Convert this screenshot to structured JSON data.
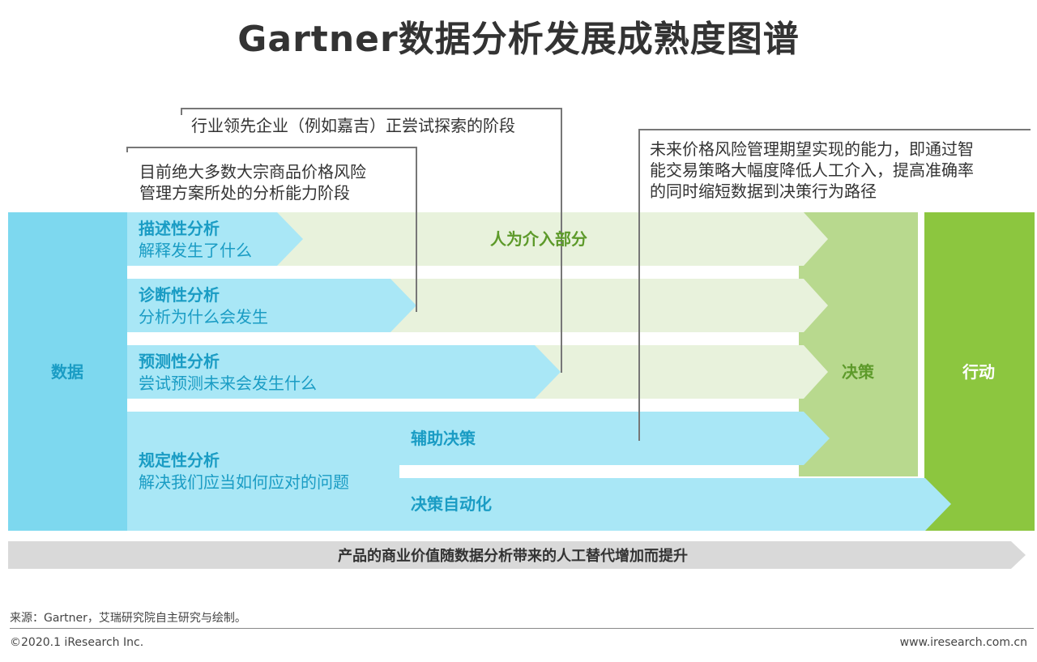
{
  "title": "Gartner数据分析发展成熟度图谱",
  "notes": {
    "leader": "行业领先企业（例如嘉吉）正尝试探索的阶段",
    "current_line1": "目前绝大多数大宗商品价格风险",
    "current_line2": "管理方案所处的分析能力阶段",
    "future_line1": "未来价格风险管理期望实现的能力，即通过智",
    "future_line2": "能交易策略大幅度降低人工介入，提高准确率",
    "future_line3": "的同时缩短数据到决策行为路径"
  },
  "blocks": {
    "data": "数据",
    "decision": "决策",
    "action": "行动",
    "human_part": "人为介入部分",
    "assist_decision": "辅助决策",
    "auto_decision": "决策自动化"
  },
  "rows": [
    {
      "name": "描述性分析",
      "desc": "解释发生了什么"
    },
    {
      "name": "诊断性分析",
      "desc": "分析为什么会发生"
    },
    {
      "name": "预测性分析",
      "desc": "尝试预测未来会发生什么"
    },
    {
      "name": "规定性分析",
      "desc": "解决我们应当如何应对的问题"
    }
  ],
  "bottom_arrow": "产品的商业价值随数据分析带来的人工替代增加而提升",
  "footer": {
    "source": "来源：Gartner，艾瑞研究院自主研究与绘制。",
    "copyright": "©2020.1 iResearch Inc.",
    "url": "www.iresearch.com.cn"
  },
  "colors": {
    "cyan_dark": "#7dd8ef",
    "cyan_light": "#a9e7f6",
    "green_pale": "#e8f2dc",
    "green_mid": "#b8d98e",
    "green_dark": "#8cc63f",
    "text_cyan": "#1a9cc4",
    "text_green": "#5d9a2a"
  }
}
